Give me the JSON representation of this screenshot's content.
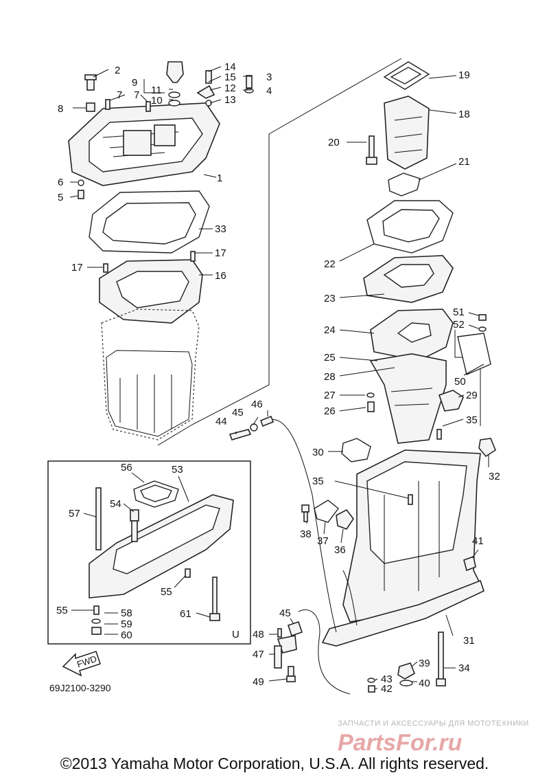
{
  "diagram_code": "69J2100-3290",
  "fwd_label": "FWD",
  "inset_marker": "U",
  "copyright": "©2013 Yamaha Motor Corporation, U.S.A. All rights reserved.",
  "watermark": {
    "caption": "ЗАПЧАСТИ И АКСЕССУАРЫ ДЛЯ МОТОТЕХНИКИ",
    "brand": "PartsFor.ru"
  },
  "callouts": {
    "n1": "1",
    "n2": "2",
    "n3": "3",
    "n4": "4",
    "n5": "5",
    "n6": "6",
    "n7": "7",
    "n7b": "7",
    "n8": "8",
    "n9": "9",
    "n10": "10",
    "n11": "11",
    "n12": "12",
    "n13": "13",
    "n14": "14",
    "n15": "15",
    "n16": "16",
    "n17": "17",
    "n17b": "17",
    "n18": "18",
    "n19": "19",
    "n20": "20",
    "n21": "21",
    "n22": "22",
    "n23": "23",
    "n24": "24",
    "n25": "25",
    "n26": "26",
    "n27": "27",
    "n28": "28",
    "n29": "29",
    "n30": "30",
    "n31": "31",
    "n32": "32",
    "n33": "33",
    "n34": "34",
    "n35": "35",
    "n35b": "35",
    "n36": "36",
    "n37": "37",
    "n38": "38",
    "n39": "39",
    "n40": "40",
    "n41": "41",
    "n42": "42",
    "n43": "43",
    "n44": "44",
    "n45": "45",
    "n45b": "45",
    "n46": "46",
    "n47": "47",
    "n48": "48",
    "n49": "49",
    "n50": "50",
    "n51": "51",
    "n52": "52",
    "n53": "53",
    "n54": "54",
    "n55": "55",
    "n55b": "55",
    "n56": "56",
    "n57": "57",
    "n58": "58",
    "n59": "59",
    "n60": "60",
    "n61": "61"
  }
}
